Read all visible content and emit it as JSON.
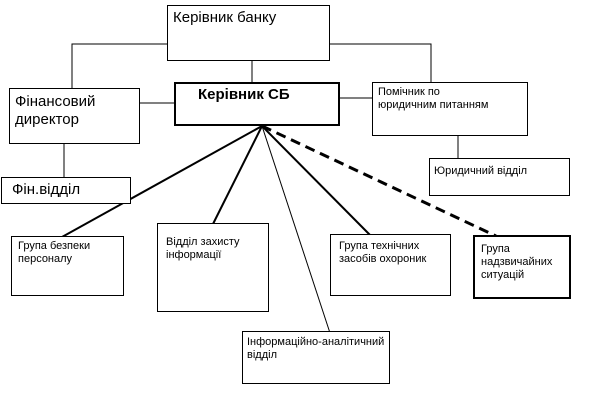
{
  "nodes": {
    "bank_head": "Керівник банку",
    "sb_head": "Керівник СБ",
    "fin_director": "Фінансовий\nдиректор",
    "legal_assistant": "Помічник по\nюридичним питанням",
    "fin_dept": "Фін.відділ",
    "legal_dept": "Юридичний відділ",
    "staff_security": "Група безпеки\nперсоналу",
    "info_protection": "Відділ захисту\nінформації",
    "tech_security": "Група технічних\nзасобів охороник",
    "emergency": "Група\nнадзвичайних\nситуацій",
    "analytics": "Інформаційно-аналітичний\nвідділ"
  },
  "colors": {
    "line": "#000000",
    "box_fill": "#ffffff",
    "text": "#000000"
  }
}
